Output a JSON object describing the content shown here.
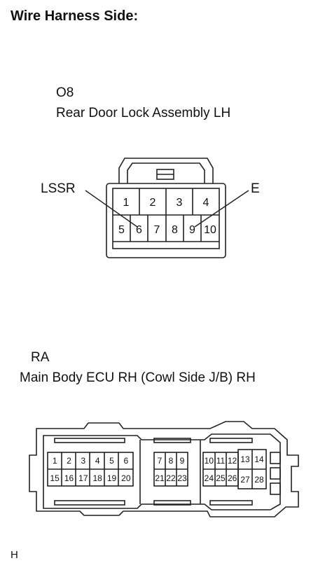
{
  "title": "Wire Harness Side:",
  "connector1": {
    "code": "O8",
    "name": "Rear Door Lock Assembly LH",
    "pins_top": [
      "1",
      "2",
      "3",
      "4"
    ],
    "pins_bottom": [
      "5",
      "6",
      "7",
      "8",
      "9",
      "10"
    ],
    "label_left": "LSSR",
    "label_right": "E"
  },
  "connector2": {
    "code": "RA",
    "name": "Main Body ECU RH (Cowl Side J/B) RH",
    "blockA_top": [
      "1",
      "2",
      "3",
      "4",
      "5",
      "6"
    ],
    "blockA_bottom": [
      "15",
      "16",
      "17",
      "18",
      "19",
      "20"
    ],
    "blockB_top": [
      "7",
      "8",
      "9"
    ],
    "blockB_bottom": [
      "21",
      "22",
      "23"
    ],
    "blockC_top": [
      "10",
      "11",
      "12"
    ],
    "blockC_bottom": [
      "24",
      "25",
      "26"
    ],
    "blockD_top": [
      "13",
      "14"
    ],
    "blockD_bottom": [
      "27",
      "28"
    ]
  },
  "footer": "H"
}
